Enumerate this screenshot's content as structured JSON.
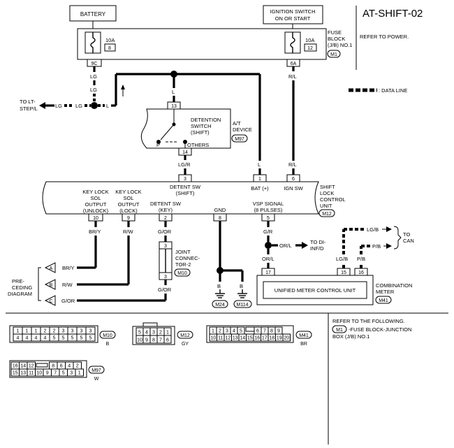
{
  "header": {
    "title": "AT-SHIFT-02"
  },
  "top_labels": {
    "battery": "BATTERY",
    "ignition_line1": "IGNITION SWITCH",
    "ignition_line2": "ON OR START",
    "fuse_left_amp": "10A",
    "fuse_left_num": "8",
    "fuse_right_amp": "10A",
    "fuse_right_num": "12",
    "fuse_block_line1": "FUSE",
    "fuse_block_line2": "BLOCK",
    "fuse_block_line3": "(J/B) NO.1",
    "fuse_block_conn": "M1",
    "refer_power": "REFER TO POWER.",
    "conn_9c": "9C",
    "conn_6a": "6A"
  },
  "wires": {
    "lg": "LG",
    "l": "L",
    "rl": "R/L",
    "lgr": "LG/R",
    "br_y": "BR/Y",
    "r_w": "R/W",
    "g_or": "G/OR",
    "b": "B",
    "g_r": "G/R",
    "or_l": "OR/L",
    "lg_b": "LG/B",
    "p_b": "P/B"
  },
  "legend": {
    "data_line": ": DATA LINE"
  },
  "to_lt_step": {
    "line1": "TO LT-",
    "line2": "STEP/L"
  },
  "at_device": {
    "conn_top": "13",
    "conn_bottom": "14",
    "switch_line1": "DETENTION",
    "switch_line2": "SWITCH",
    "switch_line3": "(SHIFT)",
    "pos_p": "P",
    "pos_others": "OTHERS",
    "device_line1": "A/T",
    "device_line2": "DEVICE",
    "device_conn": "M97"
  },
  "unit": {
    "name_line1": "SHIFT",
    "name_line2": "LOCK",
    "name_line3": "CONTROL",
    "name_line4": "UNIT",
    "conn": "M12",
    "pin3": "3",
    "pin1": "1",
    "pin6": "6",
    "pin10": "10",
    "pin9": "9",
    "pin2": "2",
    "pin8": "8",
    "pin5": "5",
    "detent_line1": "DETENT SW",
    "detent_line2": "(SHIFT)",
    "bat": "BAT (+)",
    "ign": "IGN SW",
    "unlock_line1": "KEY LOCK",
    "unlock_line2": "SOL",
    "unlock_line3": "OUTPUT",
    "unlock_line4": "(UNLOCK)",
    "lock_line1": "KEY LOCK",
    "lock_line2": "SOL",
    "lock_line3": "OUTPUT",
    "lock_line4": "(LOCK)",
    "detent_key_line1": "DETENT SW",
    "detent_key_line2": "(KEY)",
    "gnd": "GND",
    "vsp_line1": "VSP SIGNAL",
    "vsp_line2": "(8 PULSES)"
  },
  "joint": {
    "top": "3",
    "bottom": "3",
    "line1": "JOINT",
    "line2": "CONNEC-",
    "line3": "TOR-2",
    "conn": "M10"
  },
  "preceding": {
    "line1": "PRE-",
    "line2": "CEDING",
    "line3": "DIAGRAM",
    "a": "A",
    "b": "B",
    "c": "C"
  },
  "grounds": {
    "m24": "M24",
    "m114": "M114"
  },
  "to_di": {
    "line1": "TO DI-",
    "line2": "INF/D"
  },
  "to_can": {
    "line1": "TO",
    "line2": "CAN"
  },
  "meter": {
    "unit_name": "UNIFIED METER CONTROL UNIT",
    "pin17": "17",
    "pin15": "15",
    "pin16": "16",
    "name_line1": "COMBINATION",
    "name_line2": "METER",
    "conn": "M41"
  },
  "refer": {
    "line1": "REFER TO THE FOLLOWING.",
    "m1": "M1",
    "line2": "-FUSE BLOCK-JUNCTION",
    "line3": "BOX (J/B) NO.1"
  },
  "connectors": {
    "m10": {
      "id": "M10",
      "color": "B",
      "row1": [
        "1",
        "1",
        "1",
        "2",
        "2",
        "3",
        "3",
        "3",
        "3"
      ],
      "row2": [
        "4",
        "4",
        "4",
        "4",
        "5",
        "5",
        "5",
        "5",
        "5"
      ]
    },
    "m12": {
      "id": "M12",
      "color": "GY",
      "row1": [
        "5",
        "4",
        "3",
        "2",
        "1"
      ],
      "row2": [
        "10",
        "9",
        "8",
        "7",
        "6"
      ]
    },
    "m41": {
      "id": "M41",
      "color": "BR",
      "row1": [
        "1",
        "2",
        "3",
        "4",
        "5",
        "6",
        "7",
        "8",
        "9"
      ],
      "row2": [
        "10",
        "11",
        "12",
        "13",
        "14",
        "15",
        "16",
        "17",
        "18",
        "19",
        "20"
      ]
    },
    "m97": {
      "id": "M97",
      "color": "W",
      "row1": [
        "16",
        "14",
        "12",
        "8",
        "6",
        "4",
        "2"
      ],
      "row2": [
        "15",
        "13",
        "11",
        "10",
        "9",
        "7",
        "5",
        "3",
        "1"
      ]
    }
  }
}
